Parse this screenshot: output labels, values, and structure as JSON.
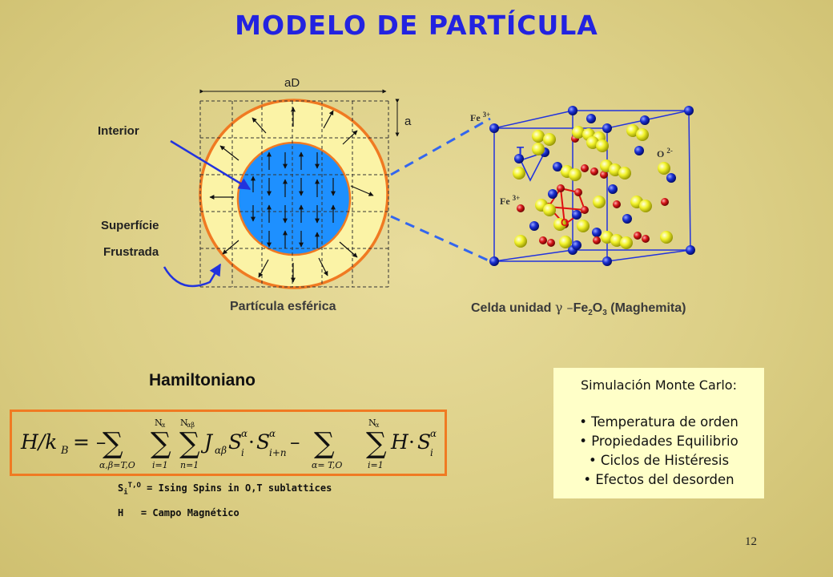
{
  "slide": {
    "title": "MODELO DE PARTÍCULA",
    "page_number": "12"
  },
  "particle_diagram": {
    "label_interior": "Interior",
    "label_superficie": "Superfície",
    "label_frustrada": "Frustrada",
    "dim_outer": "aD",
    "dim_cell": "a",
    "caption": "Partícula esférica",
    "colors": {
      "core": "#1e90ff",
      "shell": "#fbf3a6",
      "ring": "#f07a22",
      "arrow": "#2233dd"
    }
  },
  "unit_cell": {
    "label_fe_top": "Fe",
    "label_fe_top_sup": "3+",
    "label_fe_mid": "Fe",
    "label_fe_mid_sup": "3+",
    "label_o": "O",
    "label_o_sup": "2-",
    "site_t": "T",
    "site_o": "O",
    "caption_prefix": "Celda unidad ",
    "caption_gamma": "γ –",
    "caption_fe": "Fe",
    "caption_fe_sub": "2",
    "caption_o": "O",
    "caption_o_sub": "3",
    "caption_suffix": " (Maghemita)",
    "colors": {
      "fe_ion": "#1a2fd0",
      "oxygen": "#e8e820",
      "fe_octa": "#d81818"
    }
  },
  "hamiltonian": {
    "title": "Hamiltoniano",
    "legend_s_main": "S",
    "legend_s_sub": "i",
    "legend_s_sup": "T,O",
    "legend_s_text": " = Ising Spins in O,T sublattices",
    "legend_h": "H   = Campo Magnético"
  },
  "monte_carlo": {
    "title": "Simulación Monte Carlo:",
    "items": [
      "Temperatura de orden",
      "Propiedades Equilibrio",
      "Ciclos de Histéresis",
      "Efectos del desorden"
    ]
  }
}
